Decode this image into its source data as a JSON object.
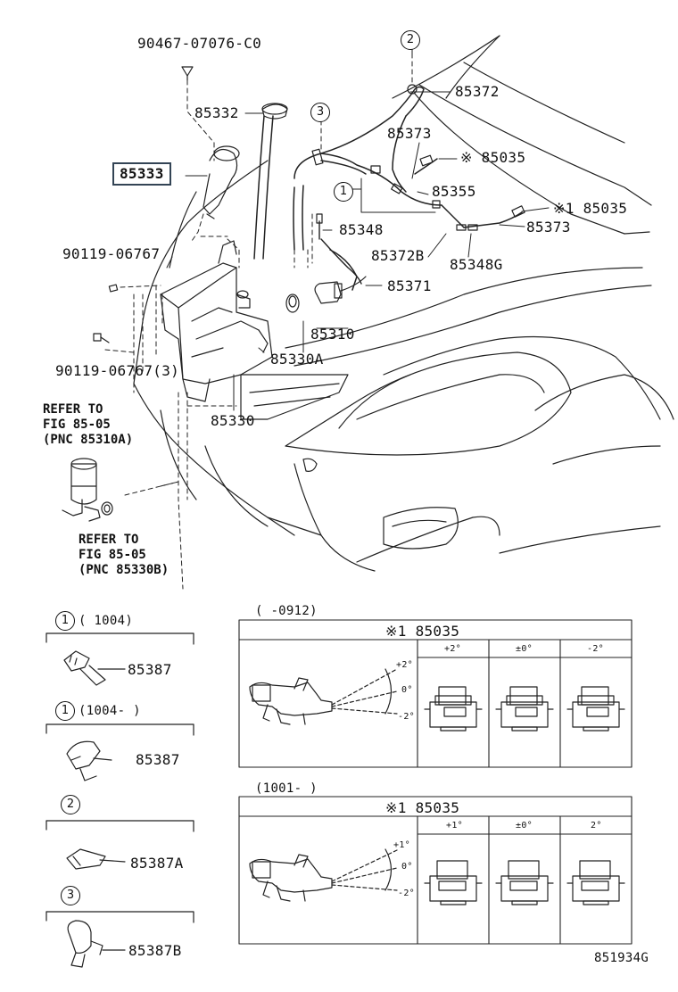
{
  "diagram": {
    "callouts": {
      "c90467": "90467-07076-C0",
      "c85332": "85332",
      "c85333": "85333",
      "c90119a": "90119-06767",
      "c90119b": "90119-06767(3)",
      "c85372": "85372",
      "c85373a": "85373",
      "c85035a": "※ 85035",
      "c85355": "85355",
      "c85035b": "※1 85035",
      "c85348": "85348",
      "c85373b": "85373",
      "c85372b": "85372B",
      "c85348g": "85348G",
      "c85371": "85371",
      "c85310": "85310",
      "c85330a": "85330A",
      "c85330": "85330"
    },
    "refer1": "REFER TO\nFIG 85-05\n(PNC 85310A)",
    "refer2": "REFER TO\nFIG 85-05\n(PNC 85330B)",
    "circle_2_top": "2",
    "circle_3_top": "3",
    "circle_1_mid": "1"
  },
  "clips": [
    {
      "circle": "1",
      "range": "(        1004)",
      "part": "85387"
    },
    {
      "circle": "1",
      "range": "(1004-      )",
      "part": "85387"
    },
    {
      "circle": "2",
      "range": "",
      "part": "85387A"
    },
    {
      "circle": "3",
      "range": "",
      "part": "85387B"
    }
  ],
  "panels": [
    {
      "range": "(     -0912)",
      "title": "※1 85035",
      "columns": [
        "+2°",
        "±0°",
        "-2°"
      ],
      "angles": [
        "+2°",
        "0°",
        "-2°"
      ]
    },
    {
      "range": "(1001-     )",
      "title": "※1 85035",
      "columns": [
        "+1°",
        "±0°",
        "2°"
      ],
      "angles": [
        "+1°",
        "0°",
        "-2°"
      ]
    }
  ],
  "figure_id": "851934G"
}
